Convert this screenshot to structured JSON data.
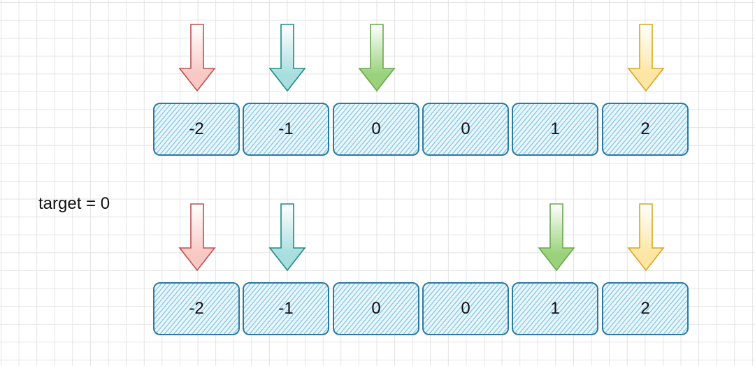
{
  "target": {
    "label": "target = 0"
  },
  "arrays": [
    {
      "values": [
        "-2",
        "-1",
        "0",
        "0",
        "1",
        "2"
      ],
      "pointer_cells": [
        0,
        1,
        2,
        5
      ]
    },
    {
      "values": [
        "-2",
        "-1",
        "0",
        "0",
        "1",
        "2"
      ],
      "pointer_cells": [
        0,
        1,
        4,
        5
      ]
    }
  ],
  "pointer_colors": [
    {
      "fill": "#f8c8c4",
      "stroke": "#c0504d"
    },
    {
      "fill": "#a9dedf",
      "stroke": "#1e8a86"
    },
    {
      "fill": "#9ad27c",
      "stroke": "#69a84d"
    },
    {
      "fill": "#fde6a3",
      "stroke": "#d9a521"
    }
  ]
}
